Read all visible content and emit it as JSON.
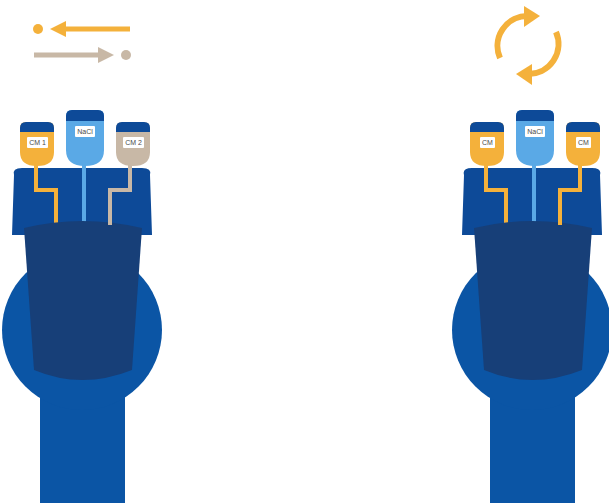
{
  "diagram": {
    "nodes": [
      {
        "text": [
          "CM 1"
        ]
      },
      {
        "text": [
          "NaCl"
        ]
      },
      {
        "text": [
          "CM 2"
        ]
      },
      {
        "text": [
          "CM"
        ]
      },
      {
        "text": [
          "NaCl"
        ]
      },
      {
        "text": [
          "CM"
        ]
      }
    ]
  }
}
